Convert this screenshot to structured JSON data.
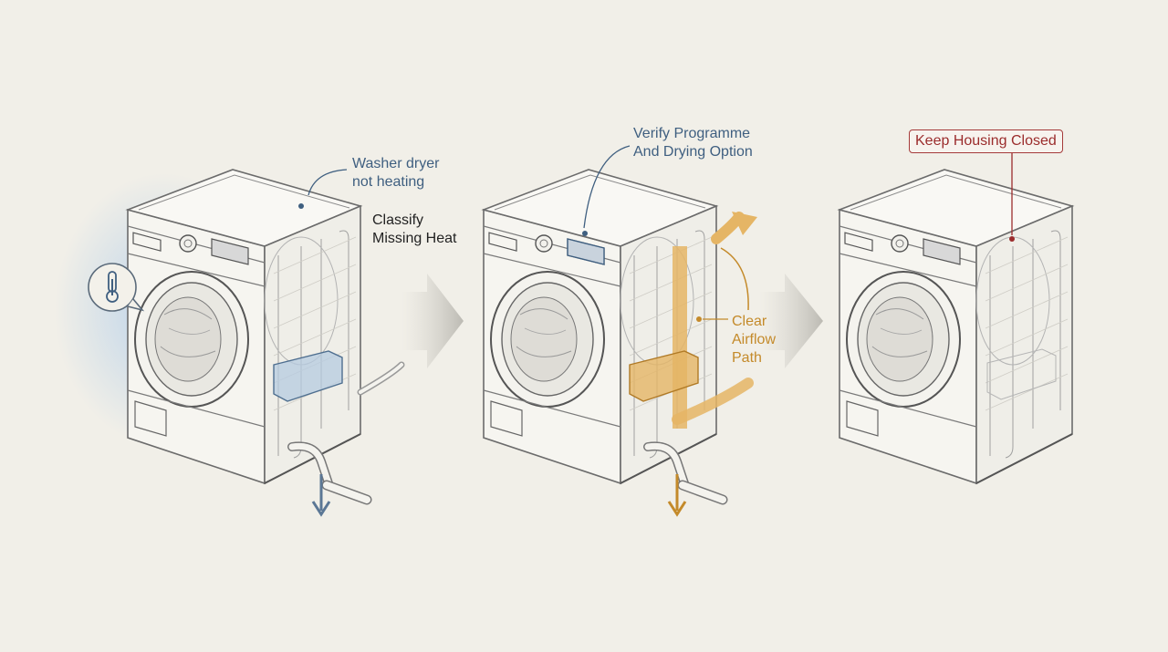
{
  "panels": [
    {
      "id": "panel-1",
      "callouts": [
        {
          "text_lines": [
            "Washer dryer",
            "not heating"
          ],
          "color": "#3f5f80"
        },
        {
          "text_lines": [
            "Classify",
            "Missing Heat"
          ],
          "color": "#222222"
        }
      ],
      "icons": [
        "thermometer-icon"
      ],
      "highlight_color": "#a9c9ea"
    },
    {
      "id": "panel-2",
      "callouts": [
        {
          "text_lines": [
            "Verify Programme",
            "And Drying Option"
          ],
          "color": "#3f5f80"
        },
        {
          "text_lines": [
            "Clear",
            "Airflow",
            "Path"
          ],
          "color": "#c48a2a"
        }
      ],
      "icons": [
        "airflow-arrow-icon"
      ],
      "highlight_color": "#e5b565"
    },
    {
      "id": "panel-3",
      "callouts": [
        {
          "text_lines": [
            "Keep Housing Closed"
          ],
          "color": "#9b2c2c",
          "boxed": true
        }
      ],
      "icons": [],
      "highlight_color": null
    }
  ],
  "connectors": [
    "step-arrow",
    "step-arrow"
  ]
}
